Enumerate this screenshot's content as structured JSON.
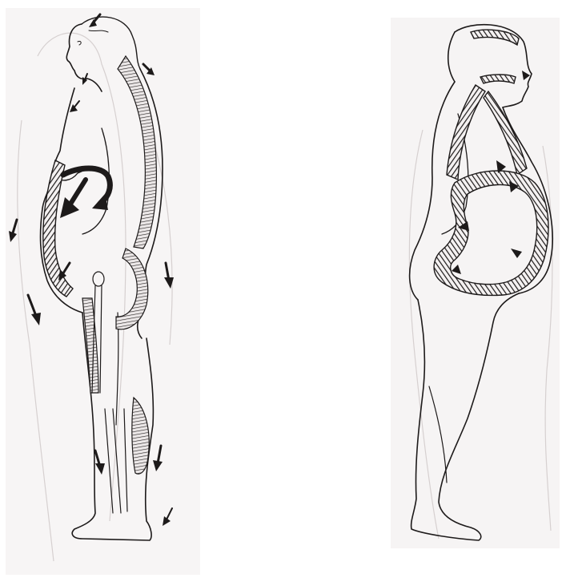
{
  "figures": [
    {
      "id": "left",
      "description_icons": [
        "body-outline",
        "spine-band",
        "muscle-chain",
        "flow-arrows"
      ]
    },
    {
      "id": "right",
      "description_icons": [
        "body-outline",
        "cavity-band",
        "flow-arrows"
      ]
    }
  ],
  "colors": {
    "ink": "#1d1a1a",
    "paper": "#f7f5f5",
    "ghost": "#d6d0d0"
  }
}
